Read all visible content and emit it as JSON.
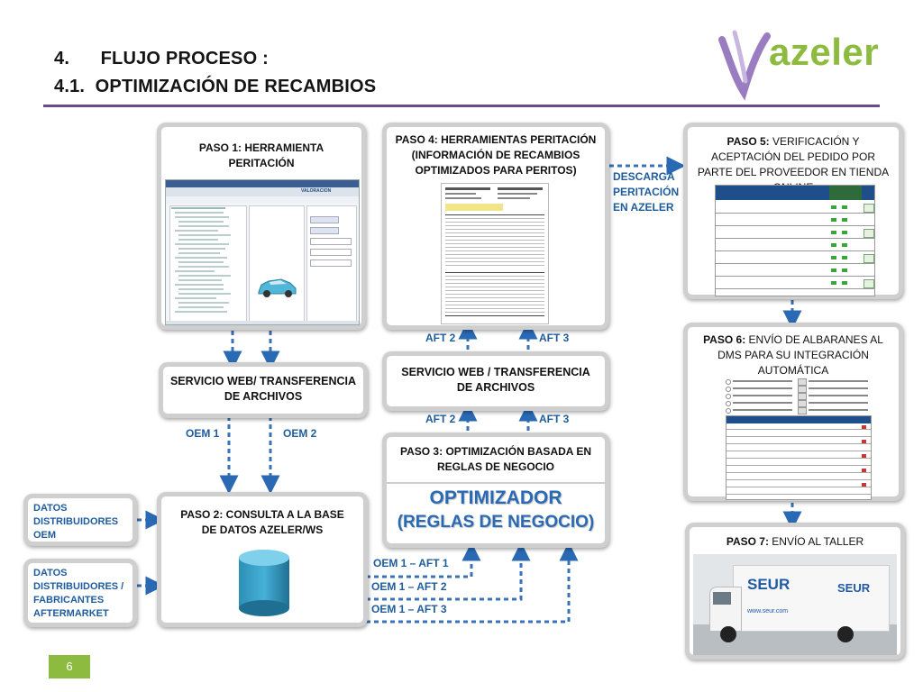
{
  "header": {
    "title_line1": "4.      FLUJO PROCESO :",
    "title_line2": "4.1.  OPTIMIZACIÓN DE RECAMBIOS",
    "logo_text": "azeler"
  },
  "steps": {
    "paso1": "PASO 1: HERRAMIENTA PERITACIÓN",
    "paso4": "PASO 4: HERRAMIENTAS PERITACIÓN (INFORMACIÓN DE RECAMBIOS OPTIMIZADOS PARA PERITOS)",
    "paso5_label": "PASO 5:",
    "paso5_text": " VERIFICACIÓN Y ACEPTACIÓN DEL PEDIDO POR PARTE DEL PROVEEDOR EN TIENDA ONLINE",
    "paso6_label": "PASO 6:",
    "paso6_text": " ENVÍO DE ALBARANES AL DMS PARA SU INTEGRACIÓN AUTOMÁTICA",
    "paso7_label": "PASO 7:",
    "paso7_text": " ENVÍO AL TALLER",
    "paso2": "PASO 2: CONSULTA A LA BASE DE DATOS AZELER/WS",
    "paso3": "PASO 3: OPTIMIZACIÓN BASADA EN REGLAS DE NEGOCIO",
    "servicio_left": "SERVICIO WEB/ TRANSFERENCIA DE ARCHIVOS",
    "servicio_mid": "SERVICIO WEB / TRANSFERENCIA DE ARCHIVOS",
    "optimizador_line1": "OPTIMIZADOR",
    "optimizador_line2": "(REGLAS DE NEGOCIO)"
  },
  "labels": {
    "descarga": "DESCARGA PERITACIÓN EN AZELER",
    "aft2_top": "AFT 2",
    "aft3_top": "AFT 3",
    "aft2_mid": "AFT 2",
    "aft3_mid": "AFT 3",
    "oem1": "OEM 1",
    "oem2": "OEM 2",
    "flow1": "OEM 1 – AFT 1",
    "flow2": "OEM 1 – AFT 2",
    "flow3": "OEM 1 –  AFT 3",
    "datos_oem": "DATOS DISTRIBUIDORES OEM",
    "datos_aft": "DATOS DISTRIBUIDORES / FABRICANTES AFTERMARKET",
    "seur": "SEUR",
    "seur_web": "www.seur.com"
  },
  "footer": {
    "slide_number": "6"
  },
  "colors": {
    "accent_blue": "#1e5c9c",
    "logo_purple": "#7b4fa0",
    "logo_green": "#8dbb3f",
    "header_rule": "#6b4a8c",
    "box_border": "#cfcfcf",
    "optimizer_blue": "#2a6ab5"
  }
}
